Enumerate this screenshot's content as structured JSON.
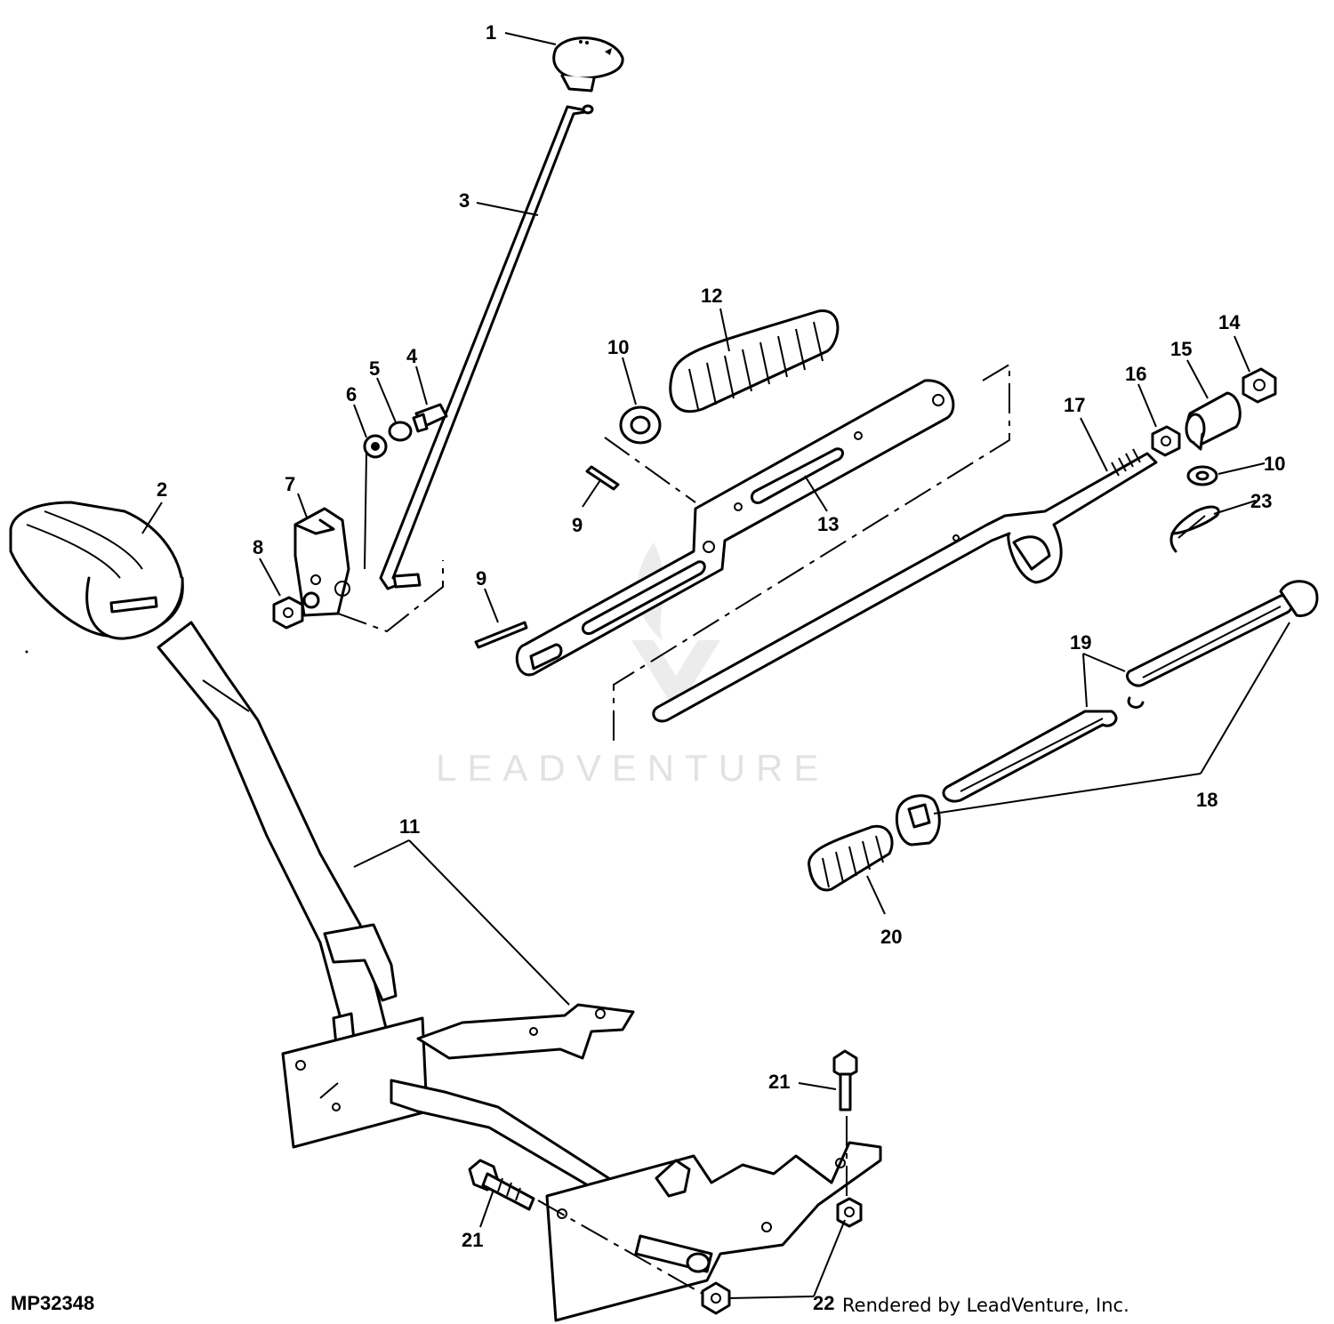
{
  "figure": {
    "id": "MP32348",
    "credit": "Rendered by LeadVenture, Inc.",
    "watermark": "LEADVENTURE"
  },
  "callouts": [
    "1",
    "2",
    "3",
    "4",
    "5",
    "6",
    "7",
    "8",
    "9",
    "9",
    "10",
    "10",
    "11",
    "12",
    "13",
    "14",
    "15",
    "16",
    "17",
    "18",
    "19",
    "20",
    "21",
    "21",
    "22",
    "23"
  ],
  "icons": [
    "knob-icon",
    "pedal-pad-icon",
    "spring-icon",
    "bolt-icon",
    "nut-icon",
    "washer-icon",
    "cotter-pin-icon",
    "hairpin-clip-icon",
    "bracket-icon",
    "rod-icon",
    "bushing-icon"
  ]
}
